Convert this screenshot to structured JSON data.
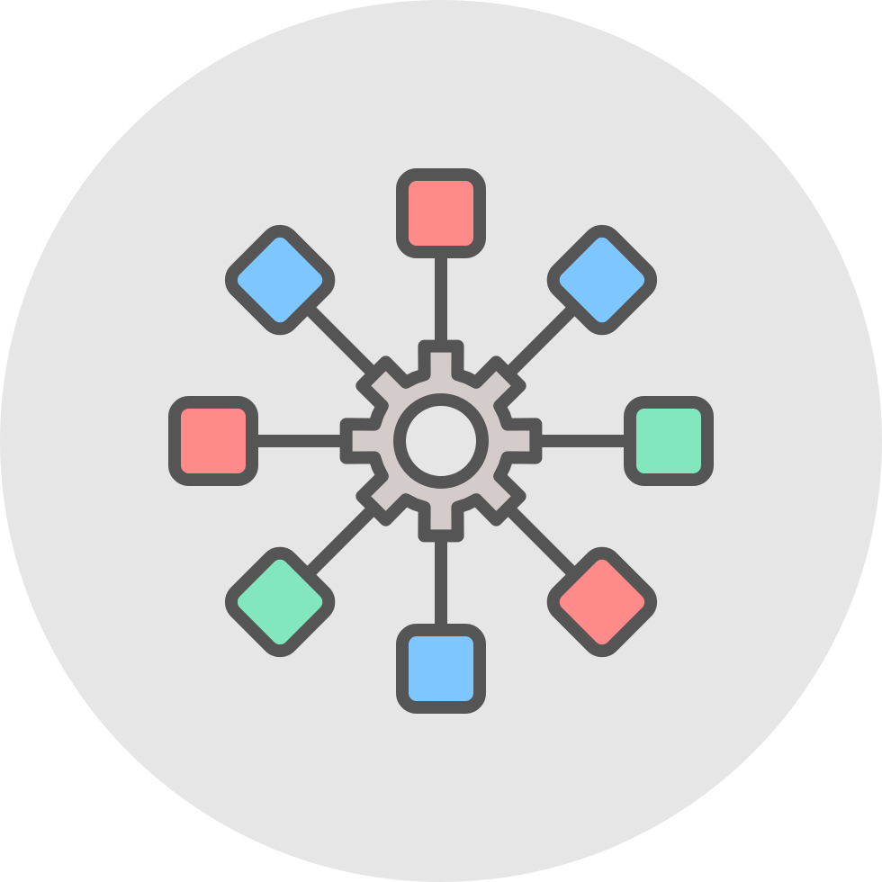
{
  "icon": {
    "name": "network-hub-gear-icon",
    "colors": {
      "background_circle": "#e6e6e6",
      "outline": "#555555",
      "gear_fill": "#d4ccca",
      "gear_hole_fill": "#e6e6e6",
      "red": "#ff8a8a",
      "blue": "#7ec6ff",
      "green": "#82e6bf"
    },
    "nodes": [
      {
        "name": "node-top",
        "color": "red"
      },
      {
        "name": "node-top-right",
        "color": "blue"
      },
      {
        "name": "node-right",
        "color": "green"
      },
      {
        "name": "node-bottom-right",
        "color": "red"
      },
      {
        "name": "node-bottom",
        "color": "blue"
      },
      {
        "name": "node-bottom-left",
        "color": "green"
      },
      {
        "name": "node-left",
        "color": "red"
      },
      {
        "name": "node-top-left",
        "color": "blue"
      }
    ]
  }
}
